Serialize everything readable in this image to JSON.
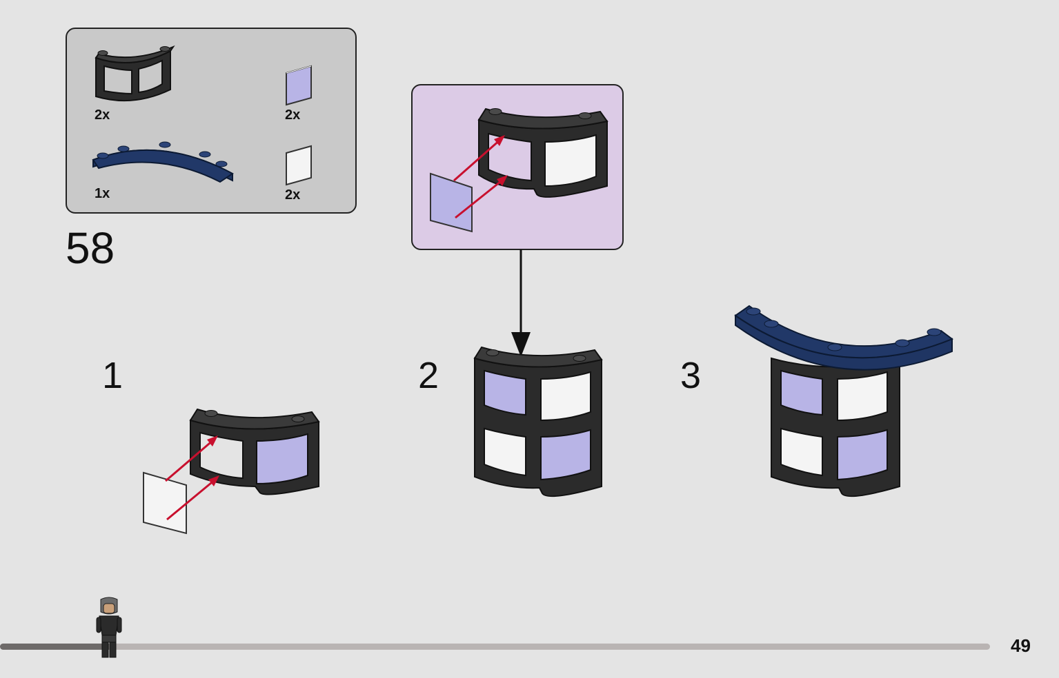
{
  "page": {
    "step_number": "58",
    "page_number": "49",
    "progress_fraction": 0.11
  },
  "parts": [
    {
      "name": "black-window-frame-curved",
      "qty": "2x",
      "color": "#2b2b2b"
    },
    {
      "name": "trans-purple-glass-pane",
      "qty": "2x",
      "color": "#b8b4e6"
    },
    {
      "name": "dark-blue-curved-plate",
      "qty": "1x",
      "color": "#1f3563"
    },
    {
      "name": "trans-clear-glass-pane",
      "qty": "2x",
      "color": "#f4f4f4"
    }
  ],
  "substeps": [
    {
      "label": "1"
    },
    {
      "label": "2"
    },
    {
      "label": "3"
    }
  ],
  "colors": {
    "background": "#e4e4e4",
    "parts_box": "#c9c9c9",
    "callout": "#dccbe6",
    "arrow_red": "#c8102e",
    "frame_black": "#2b2b2b",
    "plate_blue": "#1f3563",
    "glass_purple": "#b8b4e6",
    "glass_clear": "#f4f4f4"
  }
}
